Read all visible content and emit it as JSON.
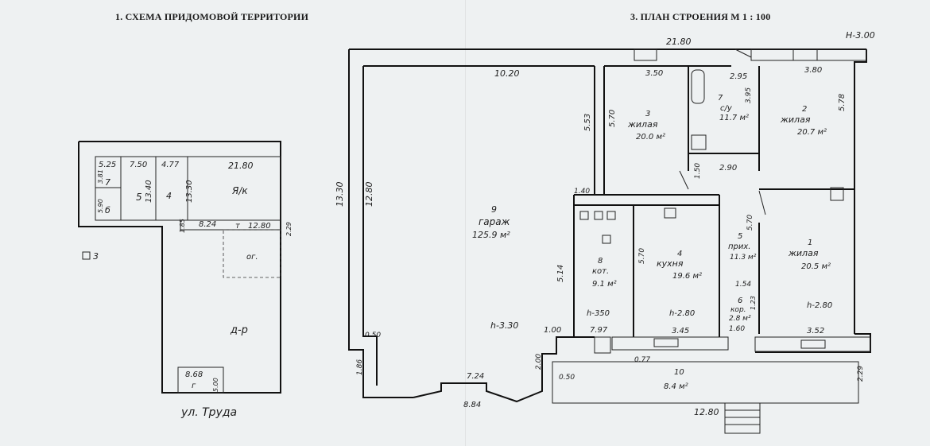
{
  "titles": {
    "site_scheme": "1. СХЕМА ПРИДОМОВОЙ ТЕРРИТОРИИ",
    "building_plan": "3. ПЛАН СТРОЕНИЯ М 1 : 100"
  },
  "site": {
    "dims": {
      "d_5_25": "5.25",
      "d_7_50": "7.50",
      "d_4_77": "4.77",
      "d_21_80": "21.80",
      "d_3_81": "3.81",
      "d_13_40": "13.40",
      "d_13_30": "13.30",
      "d_5_90": "5.90",
      "d_1_85": "1.85",
      "d_8_24": "8.24",
      "d_12_80": "12.80",
      "d_2_29": "2.29",
      "d_8_68": "8.68",
      "d_5_00": "5.00"
    },
    "labels": {
      "l_7": "7",
      "l_6": "б",
      "l_5": "5",
      "l_4": "4",
      "l_ya_k": "Я/к",
      "l_t": "т",
      "l_og": "ог.",
      "l_dr": "д-р",
      "l_g": "г",
      "l_3": "3"
    },
    "street": "ул. Труда"
  },
  "plan": {
    "dims": {
      "top_21_80": "21.80",
      "h_3_00": "Н-3.00",
      "d_10_20": "10.20",
      "d_3_50": "3.50",
      "d_2_95": "2.95",
      "d_3_80": "3.80",
      "d_5_53": "5.53",
      "d_5_70a": "5.70",
      "d_3_95": "3.95",
      "d_5_78": "5.78",
      "d_13_30": "13.30",
      "d_12_80": "12.80",
      "d_2_90": "2.90",
      "d_1_50": "1.50",
      "d_1_40": "1.40",
      "d_5_70b": "5.70",
      "d_5_14": "5.14",
      "d_5_70c": "5.70",
      "d_1_54": "1.54",
      "d_1_23": "1.23",
      "d_h_350": "h-350",
      "d_h_280a": "h-2.80",
      "d_h_280b": "h-2.80",
      "d_h_330": "h-3.30",
      "d_1_00": "1.00",
      "d_7_97": "7.97",
      "d_3_45": "3.45",
      "d_1_60": "1.60",
      "d_3_52": "3.52",
      "d_0_50a": "0.50",
      "d_1_86": "1.86",
      "d_7_24": "7.24",
      "d_2_00": "2.00",
      "d_0_50b": "0.50",
      "d_0_77": "0.77",
      "d_8_84": "8.84",
      "d_12_80b": "12.80",
      "d_2_29": "2.29"
    },
    "rooms": [
      {
        "num": "9",
        "name": "гараж",
        "area": "125.9 м²"
      },
      {
        "num": "3",
        "name": "жилая",
        "area": "20.0 м²"
      },
      {
        "num": "7",
        "name": "с/у",
        "area": "11.7 м²"
      },
      {
        "num": "2",
        "name": "жилая",
        "area": "20.7 м²"
      },
      {
        "num": "8",
        "name": "кот.",
        "area": "9.1 м²"
      },
      {
        "num": "4",
        "name": "кухня",
        "area": "19.6 м²"
      },
      {
        "num": "5",
        "name": "прих.",
        "area": "11.3 м²"
      },
      {
        "num": "6",
        "name": "кор.",
        "area": "2.8 м²"
      },
      {
        "num": "1",
        "name": "жилая",
        "area": "20.5 м²"
      },
      {
        "num": "10",
        "name": "",
        "area": "8.4 м²"
      }
    ]
  }
}
